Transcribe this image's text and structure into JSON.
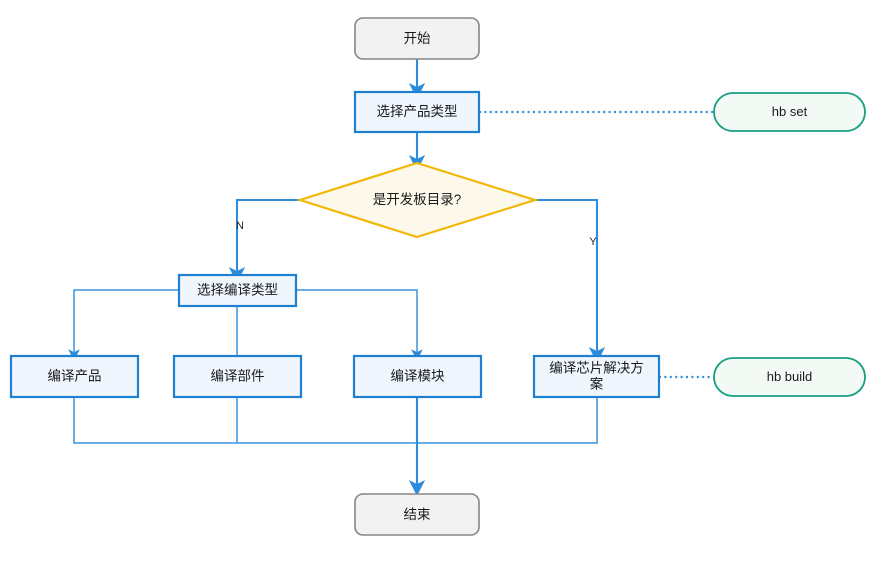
{
  "diagram": {
    "title": "",
    "type": "flowchart",
    "colors": {
      "process_border": "#1f7fd0",
      "process_fill": "#eff6fd",
      "decision_border": "#f2b705",
      "decision_fill": "#fdf8ec",
      "terminal_border": "#868686",
      "terminal_fill": "#f2f2f2",
      "annotation_border": "#17a083",
      "annotation_fill": "#f3faf6",
      "connector": "#2d8ddb"
    },
    "nodes": {
      "start": {
        "label": "开始",
        "shape": "rounded-terminal"
      },
      "select_product_type": {
        "label": "选择产品类型",
        "shape": "process"
      },
      "is_board_dir": {
        "label": "是开发板目录?",
        "shape": "decision"
      },
      "select_build_type": {
        "label": "选择编译类型",
        "shape": "process"
      },
      "build_product": {
        "label": "编译产品",
        "shape": "process"
      },
      "build_component": {
        "label": "编译部件",
        "shape": "process"
      },
      "build_module": {
        "label": "编译模块",
        "shape": "process"
      },
      "build_chip_solution": {
        "label": "编译芯片解决方案",
        "label_line1": "编译芯片解决方",
        "label_line2": "案",
        "shape": "process"
      },
      "end": {
        "label": "结束",
        "shape": "rounded-terminal"
      },
      "hb_set": {
        "label": "hb set",
        "shape": "stadium-annotation"
      },
      "hb_build": {
        "label": "hb build",
        "shape": "stadium-annotation"
      }
    },
    "edge_labels": {
      "no_branch": "N",
      "yes_branch": "Y"
    },
    "edges": [
      {
        "from": "start",
        "to": "select_product_type",
        "label": "",
        "style": "solid-arrow"
      },
      {
        "from": "select_product_type",
        "to": "is_board_dir",
        "label": "",
        "style": "solid-arrow"
      },
      {
        "from": "select_product_type",
        "to": "hb_set",
        "label": "",
        "style": "dotted"
      },
      {
        "from": "is_board_dir",
        "to": "select_build_type",
        "label": "N",
        "style": "solid-arrow"
      },
      {
        "from": "is_board_dir",
        "to": "build_chip_solution",
        "label": "Y",
        "style": "solid-arrow"
      },
      {
        "from": "select_build_type",
        "to": "build_product",
        "label": "",
        "style": "solid-arrow"
      },
      {
        "from": "select_build_type",
        "to": "build_component",
        "label": "",
        "style": "solid"
      },
      {
        "from": "select_build_type",
        "to": "build_module",
        "label": "",
        "style": "solid-arrow"
      },
      {
        "from": "build_chip_solution",
        "to": "hb_build",
        "label": "",
        "style": "dotted"
      },
      {
        "from": "build_product",
        "to": "end",
        "label": "",
        "style": "solid"
      },
      {
        "from": "build_component",
        "to": "end",
        "label": "",
        "style": "solid"
      },
      {
        "from": "build_module",
        "to": "end",
        "label": "",
        "style": "solid-arrow"
      },
      {
        "from": "build_chip_solution",
        "to": "end",
        "label": "",
        "style": "solid"
      }
    ]
  }
}
